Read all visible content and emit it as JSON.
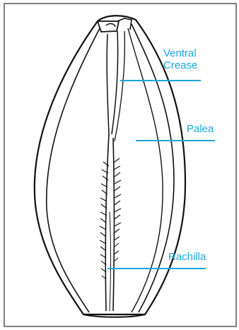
{
  "labels": {
    "ventral_crease_line1": "Ventral",
    "ventral_crease_line2": "Crease",
    "palea": "Palea",
    "rachilla": "Rachilla"
  },
  "colors": {
    "label": "#1aa6df",
    "leader_line": "#1aa6df",
    "drawing": "#111111",
    "frame": "#555555"
  }
}
